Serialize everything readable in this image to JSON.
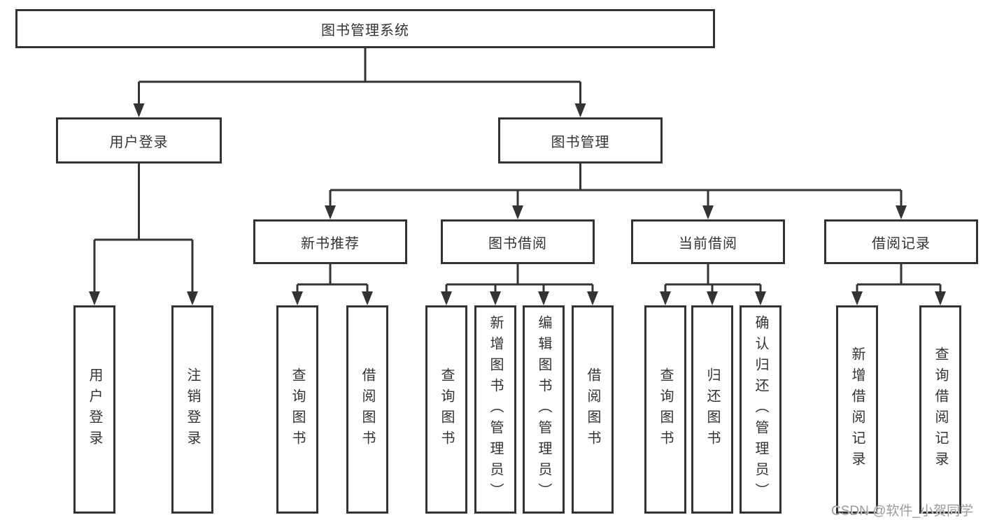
{
  "tree": {
    "root": {
      "label": "图书管理系统"
    },
    "branches": [
      {
        "label": "用户登录",
        "children": [
          {
            "label": "用户登录"
          },
          {
            "label": "注销登录"
          }
        ]
      },
      {
        "label": "图书管理",
        "children": [
          {
            "label": "新书推荐",
            "children": [
              {
                "label": "查询图书"
              },
              {
                "label": "借阅图书"
              }
            ]
          },
          {
            "label": "图书借阅",
            "children": [
              {
                "label": "查询图书"
              },
              {
                "label": "新增图书（管理员）"
              },
              {
                "label": "编辑图书（管理员）"
              },
              {
                "label": "借阅图书"
              }
            ]
          },
          {
            "label": "当前借阅",
            "children": [
              {
                "label": "查询图书"
              },
              {
                "label": "归还图书"
              },
              {
                "label": "确认归还（管理员）"
              }
            ]
          },
          {
            "label": "借阅记录",
            "children": [
              {
                "label": "新增借阅记录"
              },
              {
                "label": "查询借阅记录"
              }
            ]
          }
        ]
      }
    ]
  },
  "watermark": {
    "text": "CSDN @软件_小贺同学"
  },
  "colors": {
    "line": "#333333",
    "box_border": "#333333",
    "text": "#333333",
    "watermark": "#9b9b9b",
    "background": "#ffffff"
  }
}
